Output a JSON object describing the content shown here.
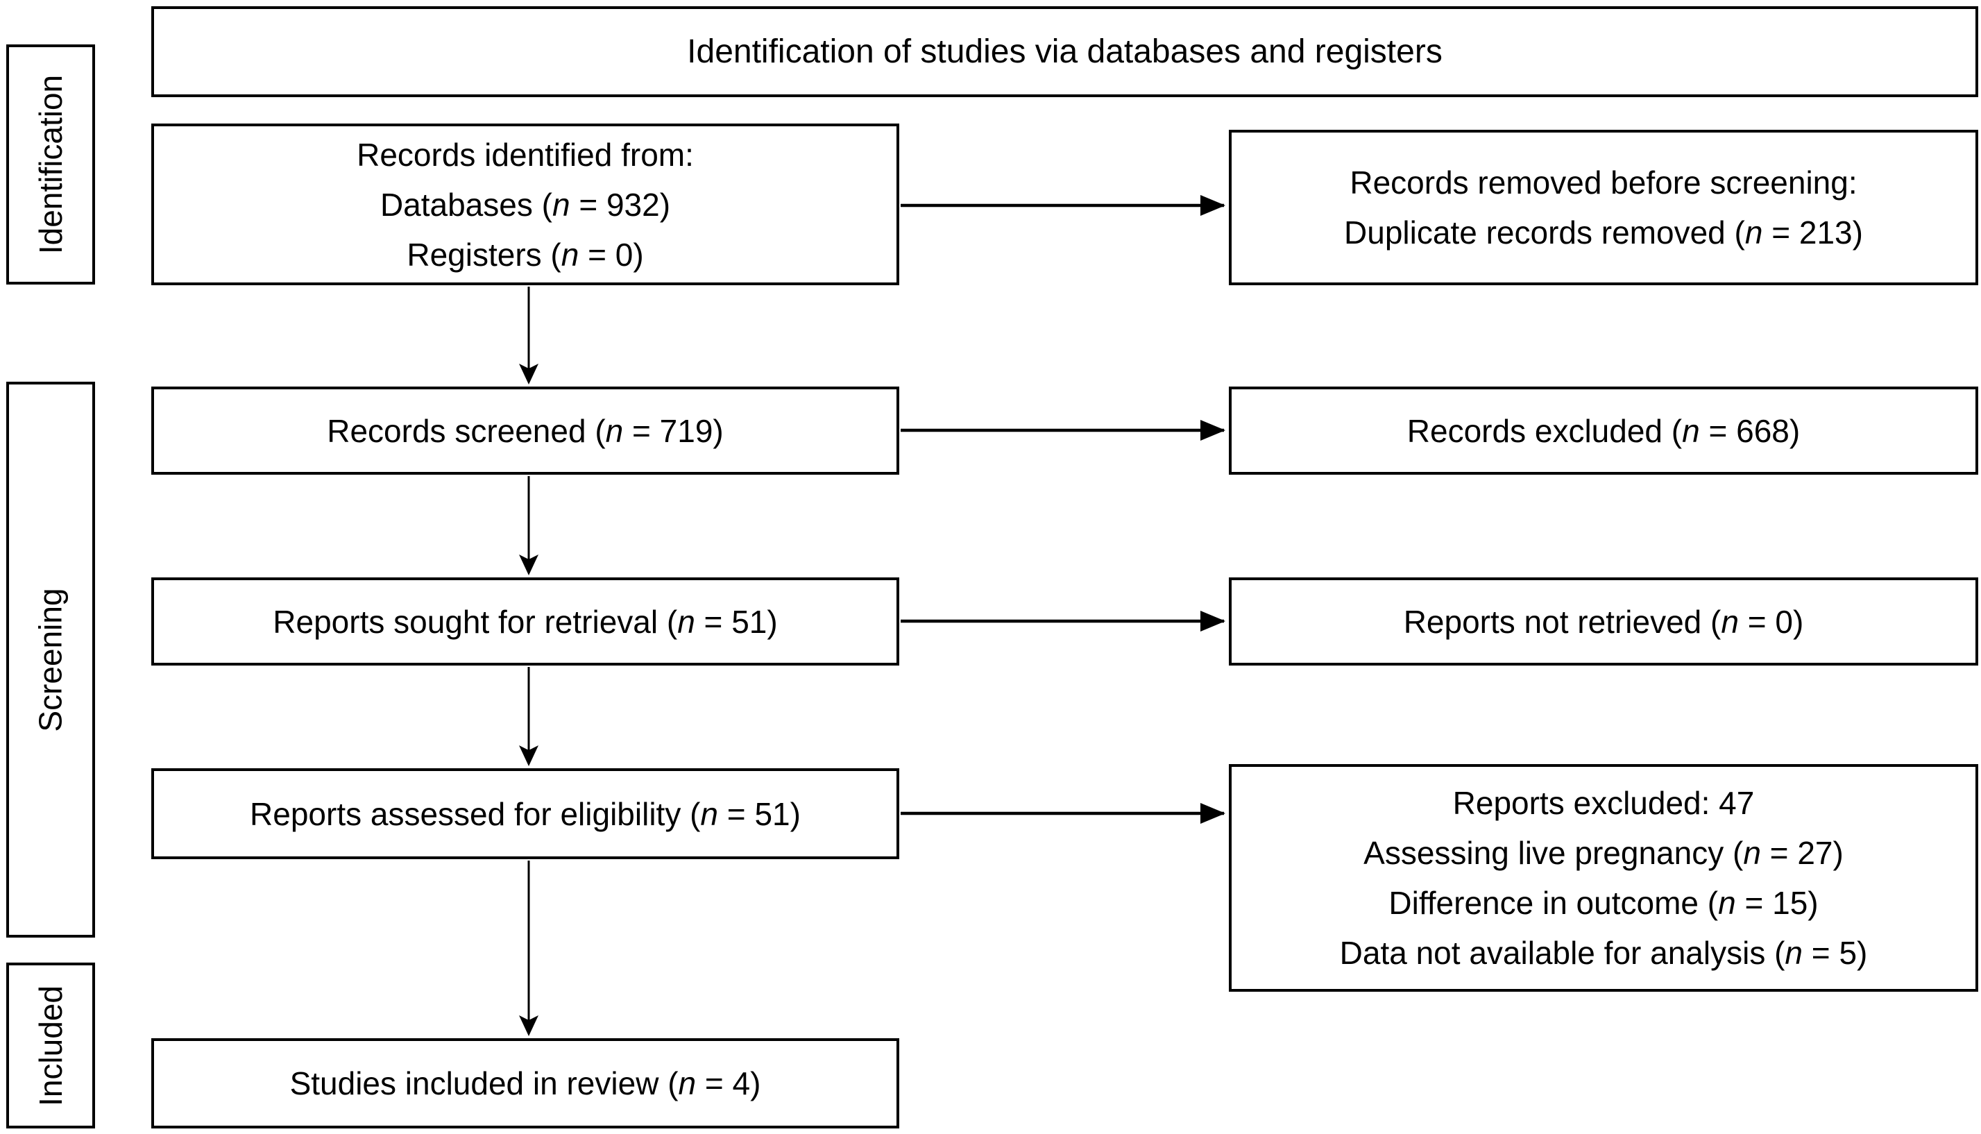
{
  "diagram": {
    "title": "Identification of studies via databases and registers",
    "stages": [
      {
        "label": "Identification"
      },
      {
        "label": "Screening"
      },
      {
        "label": "Included"
      }
    ],
    "boxes": {
      "records_identified": {
        "lines": [
          "Records identified from:",
          "Databases (n = 932)",
          "Registers (n = 0)"
        ]
      },
      "records_removed": {
        "lines": [
          "Records removed before screening:",
          "Duplicate records removed (n = 213)"
        ]
      },
      "records_screened": {
        "lines": [
          "Records screened (n = 719)"
        ]
      },
      "records_excluded": {
        "lines": [
          "Records excluded (n = 668)"
        ]
      },
      "reports_sought": {
        "lines": [
          "Reports sought for retrieval (n = 51)"
        ]
      },
      "reports_not_retrieved": {
        "lines": [
          "Reports not retrieved (n = 0)"
        ]
      },
      "reports_assessed": {
        "lines": [
          "Reports assessed for eligibility (n = 51)"
        ]
      },
      "reports_excluded": {
        "lines": [
          "Reports excluded: 47",
          "Assessing live pregnancy (n = 27)",
          "Difference in outcome (n = 15)",
          "Data not available for analysis (n = 5)"
        ]
      },
      "studies_included": {
        "lines": [
          "Studies included in review (n = 4)"
        ]
      }
    },
    "colors": {
      "ink": "#000000",
      "background": "#ffffff"
    }
  }
}
